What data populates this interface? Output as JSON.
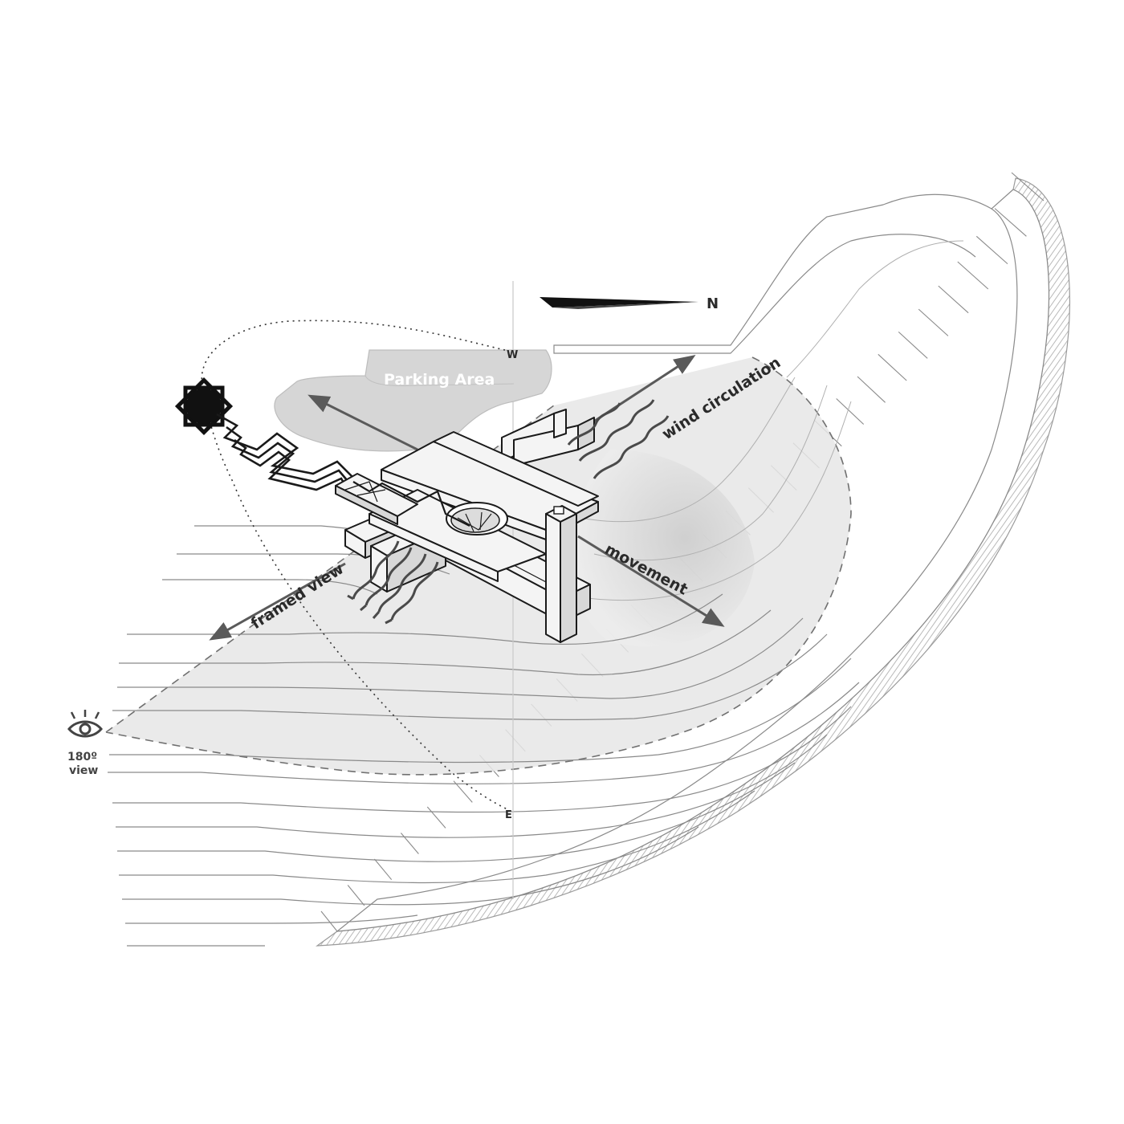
{
  "labels": {
    "north": "N",
    "west": "W",
    "east": "E",
    "parking": "Parking Area",
    "wind": "wind circulation",
    "movement": "movement",
    "framed_view": "framed view",
    "view_degree": "180º",
    "view_word": "view"
  },
  "icons": {
    "sun": "sun-icon",
    "eye": "eye-icon",
    "north_arrow": "north-arrow-icon"
  },
  "colors": {
    "ink": "#1a1a1a",
    "arrow": "#5a5a5a",
    "contour": "#8a8a8a",
    "view_cone": "#e6e6e6",
    "parking": "#d6d6d6"
  }
}
